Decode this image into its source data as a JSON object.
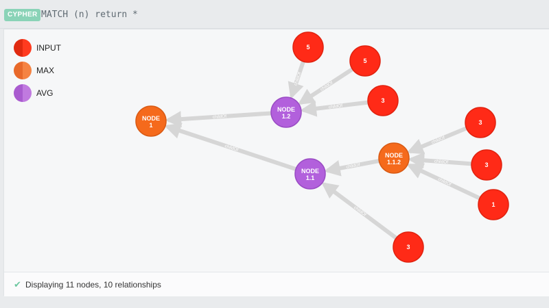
{
  "header": {
    "badge": "CYPHER",
    "query": "MATCH (n) return *"
  },
  "legend": [
    {
      "label": "INPUT",
      "color": "#ff3b1f",
      "color_dark": "#e02a10"
    },
    {
      "label": "MAX",
      "color": "#f58342",
      "color_dark": "#e8692a"
    },
    {
      "label": "AVG",
      "color": "#c07adf",
      "color_dark": "#a95bcf"
    }
  ],
  "colors": {
    "input": "#ff2a17",
    "input_stroke": "#e0220f",
    "max": "#f56a1c",
    "max_stroke": "#d85a14",
    "avg": "#b260dc",
    "avg_stroke": "#9a4cc4",
    "edge": "#d6d6d6",
    "check": "#6cc79f"
  },
  "graph": {
    "nodes": [
      {
        "id": "n1",
        "type": "max",
        "title": "NODE",
        "sub": "1"
      },
      {
        "id": "n12",
        "type": "avg",
        "title": "NODE",
        "sub": "1.2"
      },
      {
        "id": "n11",
        "type": "avg",
        "title": "NODE",
        "sub": "1.1"
      },
      {
        "id": "n112",
        "type": "max",
        "title": "NODE",
        "sub": "1.1.2"
      },
      {
        "id": "i5a",
        "type": "input",
        "title": "",
        "sub": "5"
      },
      {
        "id": "i5b",
        "type": "input",
        "title": "",
        "sub": "5"
      },
      {
        "id": "i3a",
        "type": "input",
        "title": "",
        "sub": "3"
      },
      {
        "id": "i3b",
        "type": "input",
        "title": "",
        "sub": "3"
      },
      {
        "id": "i3c",
        "type": "input",
        "title": "",
        "sub": "3"
      },
      {
        "id": "i1",
        "type": "input",
        "title": "",
        "sub": "1"
      },
      {
        "id": "i3d",
        "type": "input",
        "title": "",
        "sub": "3"
      }
    ],
    "relationships": [
      {
        "from": "n12",
        "to": "n1",
        "label": "childOf"
      },
      {
        "from": "n11",
        "to": "n1",
        "label": "childOf"
      },
      {
        "from": "i5a",
        "to": "n12",
        "label": "childOf"
      },
      {
        "from": "i5b",
        "to": "n12",
        "label": "childOf"
      },
      {
        "from": "i3a",
        "to": "n12",
        "label": "childOf"
      },
      {
        "from": "n112",
        "to": "n11",
        "label": "childOf"
      },
      {
        "from": "i3d",
        "to": "n11",
        "label": "childOf"
      },
      {
        "from": "i3b",
        "to": "n112",
        "label": "childOf"
      },
      {
        "from": "i3c",
        "to": "n112",
        "label": "childOf"
      },
      {
        "from": "i1",
        "to": "n112",
        "label": "childOf"
      }
    ]
  },
  "status": {
    "text": "Displaying 11 nodes, 10 relationships"
  }
}
